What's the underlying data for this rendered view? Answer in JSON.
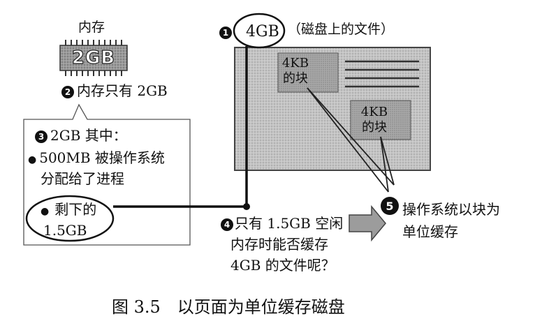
{
  "memory": {
    "title": "内存",
    "chip_label": "2GB",
    "note_num": "2",
    "note_text": "内存只有 2GB"
  },
  "disk": {
    "num": "1",
    "size_label": "4GB",
    "desc": "（磁盘上的文件）",
    "block1": [
      "4KB",
      "的块"
    ],
    "block2": [
      "4KB",
      "的块"
    ]
  },
  "callout3": {
    "num": "3",
    "line1": "2GB 其中：",
    "bullet1_l1": "500MB 被操作系统",
    "bullet1_l2": "分配给了进程",
    "bullet2_l1": "剩下的",
    "bullet2_l2": "1.5GB"
  },
  "question": {
    "num": "4",
    "l1": "只有 1.5GB 空闲",
    "l2": "内存时能否缓存",
    "l3": "4GB 的文件呢？"
  },
  "answer": {
    "num": "5",
    "l1": "操作系统以块为",
    "l2": "单位缓存"
  },
  "caption": "图 3.5　以页面为单位缓存磁盘"
}
